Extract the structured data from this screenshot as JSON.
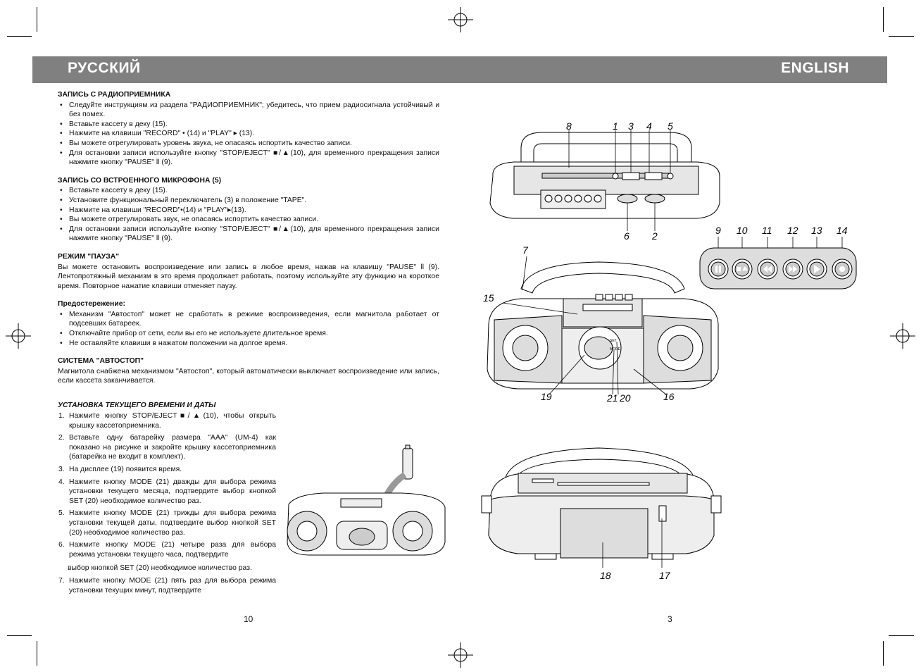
{
  "header": {
    "left_lang": "РУССКИЙ",
    "right_lang": "ENGLISH"
  },
  "sections": {
    "radio_rec": {
      "title": "ЗАПИСЬ С РАДИОПРИЕМНИКА",
      "items": [
        "Следуйте инструкциям из раздела \"РАДИОПРИЕМНИК\"; убедитесь, что прием радиосигнала устойчивый и без помех.",
        "Вставьте кассету в деку (15).",
        "Нажмите на клавиши \"RECORD\" • (14) и \"PLAY\" ▸ (13).",
        "Вы можете отрегулировать уровень звука, не опасаясь испортить качество записи.",
        "Для остановки записи используйте кнопку \"STOP/EJECT\" ■/▲(10), для временного прекращения записи нажмите кнопку \"PAUSE\" ll (9)."
      ]
    },
    "mic_rec": {
      "title": "ЗАПИСЬ СО ВСТРОЕННОГО МИКРОФОНА (5)",
      "items": [
        "Вставьте кассету в деку (15).",
        "Установите функциональный переключатель (3) в положение \"TAPE\".",
        "Нажмите на клавиши \"RECORD\"•(14) и \"PLAY\"▸(13).",
        "Вы можете отрегулировать звук, не опасаясь испортить качество записи.",
        "Для остановки записи используйте кнопку \"STOP/EJECT\" ■/▲(10), для временного прекращения записи нажмите кнопку \"PAUSE\" ll (9)."
      ]
    },
    "pause": {
      "title": "РЕЖИМ \"ПАУЗА\"",
      "text": "Вы можете остановить воспроизведение или запись в любое время, нажав на клавишу \"PAUSE\" ll (9). Лентопротяжный механизм в это время продолжает работать, поэтому используйте эту функцию на короткое время. Повторное нажатие клавиши отменяет паузу."
    },
    "caution": {
      "title": "Предостережение:",
      "items": [
        "Механизм \"Автостоп\" может не сработать в режиме воспроизведения, если магнитола работает от подсевших батареек.",
        "Отключайте прибор от сети, если вы его не используете длительное время.",
        "Не оставляйте клавиши в нажатом положении на долгое время."
      ]
    },
    "autostop": {
      "title": "СИСТЕМА \"АВТОСТОП\"",
      "text": "Магнитола снабжена механизмом \"Автостоп\", который автоматически выключает воспроизведение или запись, если кассета заканчивается."
    },
    "clock": {
      "title": "УСТАНОВКА ТЕКУЩЕГО ВРЕМЕНИ И ДАТЫ",
      "s1": "Нажмите кнопку STOP/EJECT■/▲(10), чтобы открыть крышку кассетоприемника.",
      "s2": "Вставьте одну батарейку размера \"AAA\" (UM-4) как показано на рисунке и закройте крышку кассетоприемника (батарейка не входит в комплект).",
      "s3": "На дисплее (19) появится время.",
      "s4": "Нажмите кнопку MODE (21) дважды для выбора режима установки текущего месяца, подтвердите выбор кнопкой SET (20) необходимое количество раз.",
      "s5": "Нажмите кнопку MODE (21) трижды для выбора режима установки текущей даты, подтвердите выбор кнопкой SET (20) необходимое количество раз.",
      "s6": "Нажмите кнопку MODE (21) четыре раза для выбора режима установки текущего часа, подтвердите",
      "s6b": "выбор кнопкой SET (20) необходимое количество раз.",
      "s7": "Нажмите кнопку MODE (21) пять раз для выбора режима установки текущих минут, подтвердите"
    }
  },
  "page_numbers": {
    "left": "10",
    "right": "3"
  },
  "diagram_labels": {
    "top": [
      "8",
      "1",
      "3",
      "4",
      "5",
      "6",
      "2"
    ],
    "buttons": [
      "9",
      "10",
      "11",
      "12",
      "13",
      "14"
    ],
    "front": [
      "7",
      "15",
      "19",
      "21",
      "20",
      "16"
    ],
    "back": [
      "18",
      "17"
    ],
    "lcd_set": "SET",
    "lcd_mode": "MODE"
  }
}
